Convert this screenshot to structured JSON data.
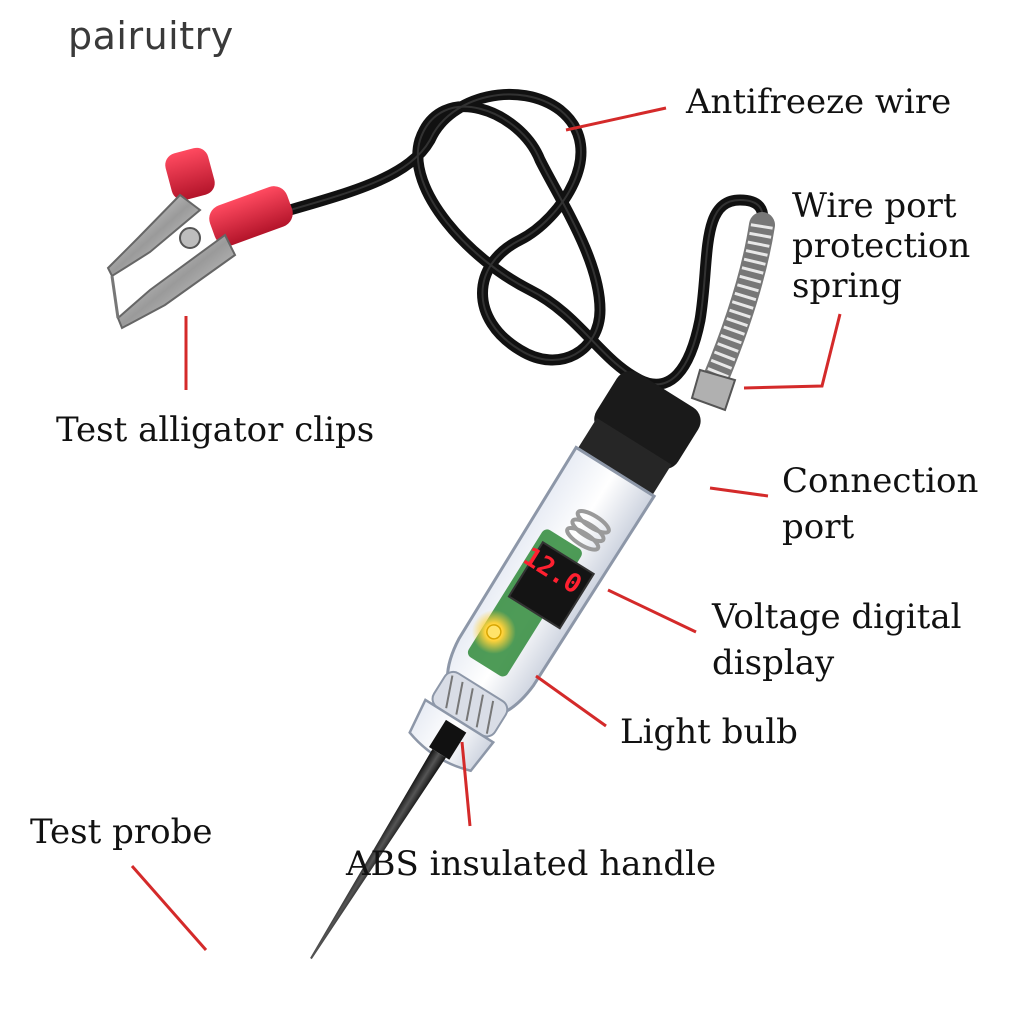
{
  "watermark": "pairuitry",
  "labels": {
    "antifreeze": "Antifreeze wire",
    "wire_port": [
      "Wire port",
      "protection",
      "spring"
    ],
    "alligator": "Test alligator clips",
    "connection": [
      "Connection",
      "port"
    ],
    "voltage": [
      "Voltage digital",
      "display"
    ],
    "bulb": "Light bulb",
    "probe": "Test probe",
    "handle": "ABS insulated handle"
  },
  "display_reading": "12.0",
  "colors": {
    "leader_line": "#d42a2a",
    "clip_sleeve": "#e0213a",
    "cable": "#111111",
    "display_digits": "#ff2030",
    "led": "#ffd23a"
  }
}
